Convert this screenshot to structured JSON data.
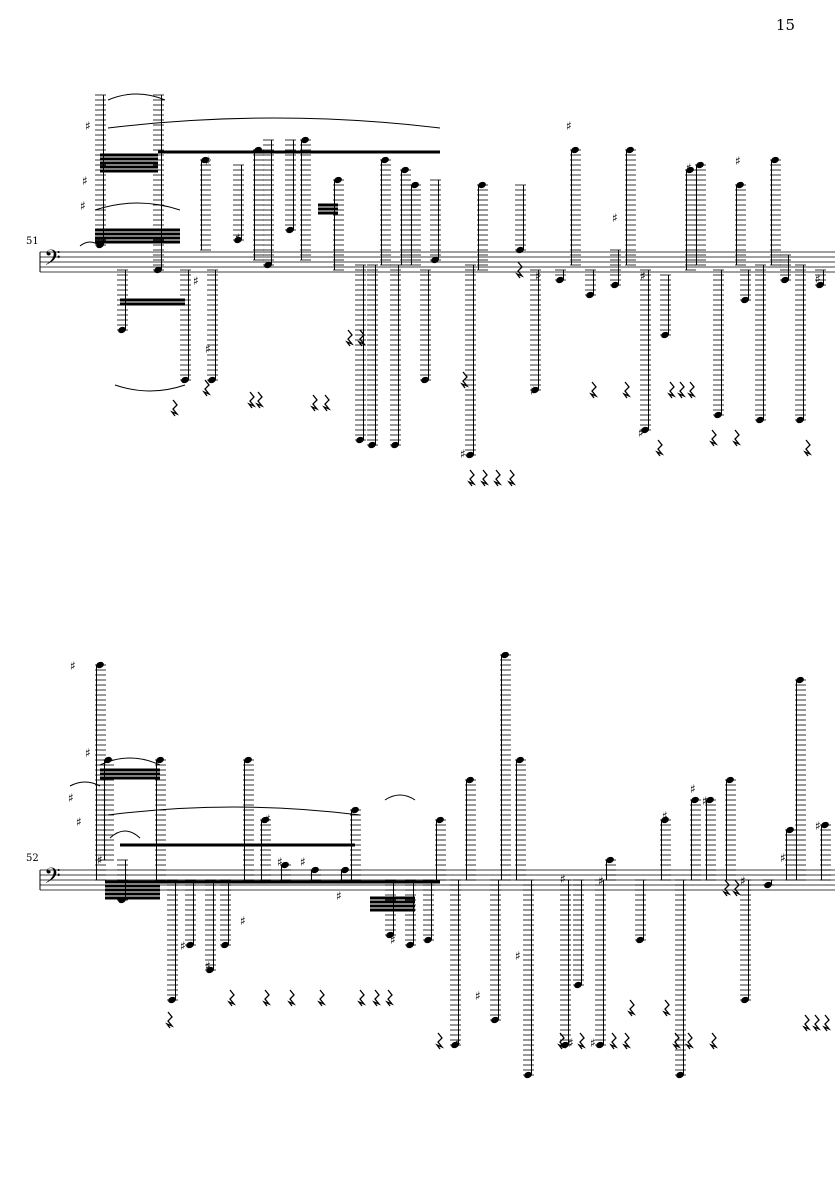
{
  "page": {
    "number": "15"
  },
  "systems": [
    {
      "measure_number": "51",
      "clef": "bass"
    },
    {
      "measure_number": "52",
      "clef": "bass"
    }
  ]
}
